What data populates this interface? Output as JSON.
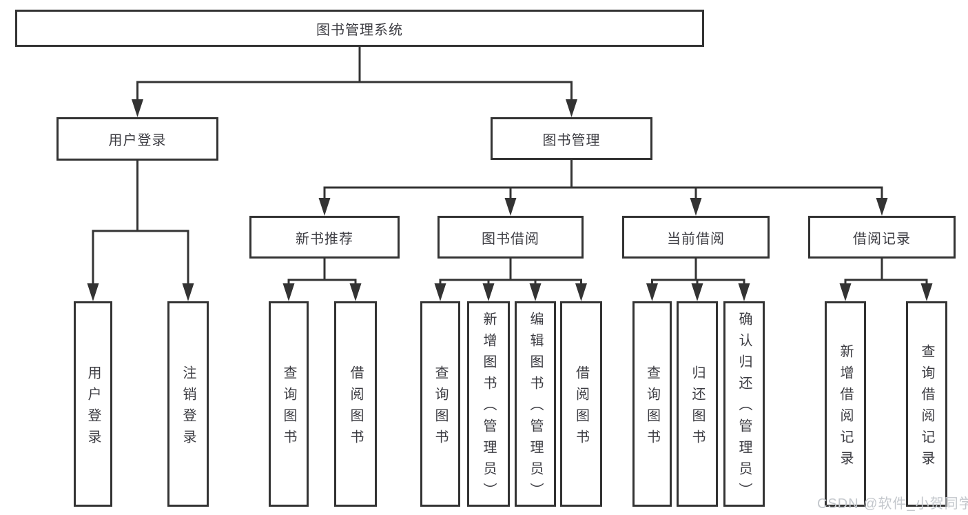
{
  "tree": {
    "label": "图书管理系统",
    "children": [
      {
        "label": "用户登录",
        "children": [
          {
            "label": "用户登录"
          },
          {
            "label": "注销登录"
          }
        ]
      },
      {
        "label": "图书管理",
        "children": [
          {
            "label": "新书推荐",
            "children": [
              {
                "label": "查询图书"
              },
              {
                "label": "借阅图书"
              }
            ]
          },
          {
            "label": "图书借阅",
            "children": [
              {
                "label": "查询图书"
              },
              {
                "label": "新增图书（管理员）"
              },
              {
                "label": "编辑图书（管理员）"
              },
              {
                "label": "借阅图书"
              }
            ]
          },
          {
            "label": "当前借阅",
            "children": [
              {
                "label": "查询图书"
              },
              {
                "label": "归还图书"
              },
              {
                "label": "确认归还（管理员）"
              }
            ]
          },
          {
            "label": "借阅记录",
            "children": [
              {
                "label": "新增借阅记录"
              },
              {
                "label": "查询借阅记录"
              }
            ]
          }
        ]
      }
    ]
  },
  "watermark": {
    "text": "CSDN @软件_小贺同学"
  },
  "colors": {
    "line": "#333333",
    "text": "#3c3c42",
    "watermark": "#c3c7cc"
  }
}
